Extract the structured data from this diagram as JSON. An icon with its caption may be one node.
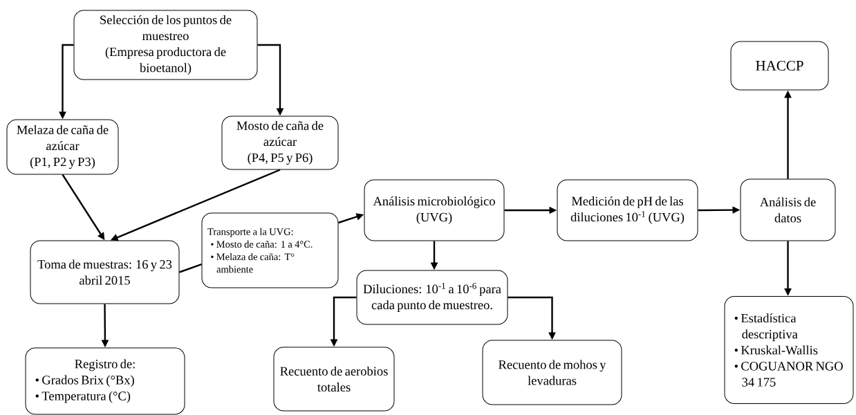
{
  "diagram": {
    "nodes": [
      {
        "text": [
          "Selección de los puntos de muestreo",
          "(Empresa productora de bioetanol)"
        ]
      },
      {
        "text": [
          "Melaza de caña de azúcar",
          "(P1, P2 y P3)"
        ]
      },
      {
        "text": [
          "Mosto de caña de azúcar",
          "(P4, P5 y P6)"
        ]
      },
      {
        "text": [
          "Toma de muestras: 16 y 23 abril 2015"
        ]
      },
      {
        "text": [
          "Transporte a la UVG:",
          "• Mosto de caña: 1 a 4°C.",
          "• Melaza de caña: T° ambiente"
        ]
      },
      {
        "text": [
          "Registro de:",
          "• Grados Brix (°Bx)",
          "• Temperatura (°C)"
        ]
      },
      {
        "text": [
          "Análisis microbiológico (UVG)"
        ]
      },
      {
        "text": [
          "Diluciones: 10$^{-1}$ a 10$^{-6}$ para cada punto de muestreo."
        ]
      },
      {
        "text": [
          "Recuento de aerobios totales"
        ]
      },
      {
        "text": [
          "Recuento de mohos y levaduras"
        ]
      },
      {
        "text": [
          "Medición de pH de las diluciones 10$^{-1}$ (UVG)"
        ]
      },
      {
        "text": [
          "HACCP"
        ]
      },
      {
        "text": [
          "Análisis de datos"
        ]
      },
      {
        "text": [
          "• Estadística descriptiva",
          "• Kruskal-Wallis",
          "• COGUANOR NGO 34 175"
        ]
      }
    ],
    "edges": [
      {
        "from": 0,
        "to": 1,
        "arrow": "to"
      },
      {
        "from": 0,
        "to": 2,
        "arrow": "to"
      },
      {
        "from": 1,
        "to": 3,
        "arrow": "to"
      },
      {
        "from": 2,
        "to": 3,
        "arrow": "to"
      },
      {
        "from": 3,
        "to": 5,
        "arrow": "to"
      },
      {
        "from": 3,
        "to": 4,
        "arrow": "none"
      },
      {
        "from": 4,
        "to": 6,
        "arrow": "to"
      },
      {
        "from": 6,
        "to": 7,
        "arrow": "to"
      },
      {
        "from": 7,
        "to": 8,
        "arrow": "to"
      },
      {
        "from": 7,
        "to": 9,
        "arrow": "to"
      },
      {
        "from": 6,
        "to": 10,
        "arrow": "to"
      },
      {
        "from": 10,
        "to": 12,
        "arrow": "to"
      },
      {
        "from": 12,
        "to": 11,
        "arrow": "to"
      },
      {
        "from": 12,
        "to": 13,
        "arrow": "to"
      }
    ]
  }
}
